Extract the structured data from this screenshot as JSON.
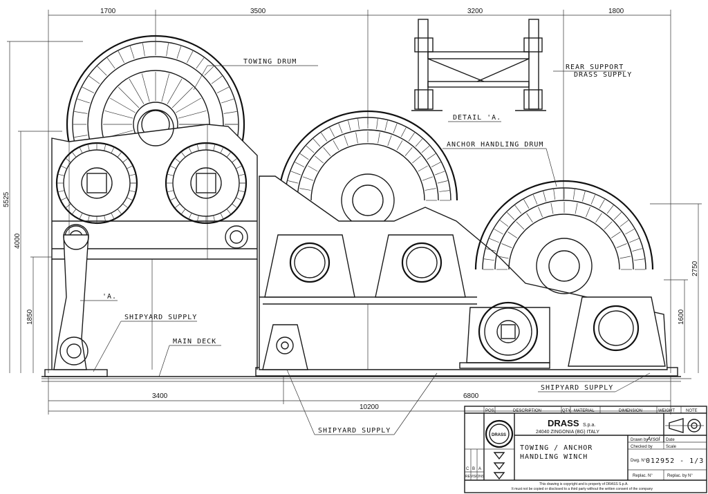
{
  "dimensions": {
    "top": [
      "1700",
      "3500",
      "3200",
      "1800"
    ],
    "left_total": "5525",
    "left_upper": "4000",
    "left_lower": "1850",
    "right_upper": "2750",
    "right_lower": "1600",
    "bottom_a": "3400",
    "bottom_total": "10200",
    "bottom_b": "6800"
  },
  "labels": {
    "towing_drum": "TOWING  DRUM",
    "anchor_drum": "ANCHOR HANDLING DRUM",
    "rear_support": "REAR SUPPORT",
    "rear_support_sub": "DRASS SUPPLY",
    "detail_a": "DETAIL 'A.",
    "marker_a": "'A.",
    "shipyard_1": "SHIPYARD SUPPLY",
    "main_deck": "MAIN DECK",
    "shipyard_2": "SHIPYARD SUPPLY",
    "shipyard_3": "SHIPYARD SUPPLY"
  },
  "title_block": {
    "headers": [
      "POS.",
      "DESCRIPTION",
      "QTY.",
      "MATERIAL",
      "DIMENSION",
      "WEIGHT",
      "NOTE"
    ],
    "company": "DRASS",
    "company_suffix": "S.p.a.",
    "address": "24040 ZINGONIA (BG) ITALY",
    "logo_text": "DRASS",
    "title_line1": "TOWING / ANCHOR",
    "title_line2": "HANDLING WINCH",
    "drawn_by_label": "Drawn by",
    "drawn_by_value": "Arsol",
    "date_label": "Date",
    "checked_by_label": "Checked by",
    "scale_label": "Scale",
    "dwg_label": "Dwg. N°",
    "dwg_no": "012952 - 1/3",
    "replac_label": "Replac. N°",
    "replac_by_label": "Replac. by N°",
    "rev_cols": [
      "C",
      "B",
      "A"
    ],
    "revisions_label": "REVISIONS",
    "copyright1": "This drawing is copyright and is property of DRASS S.p.A.",
    "copyright2": "It must not be copied or disclosed to a third party without the written consent of the company"
  }
}
